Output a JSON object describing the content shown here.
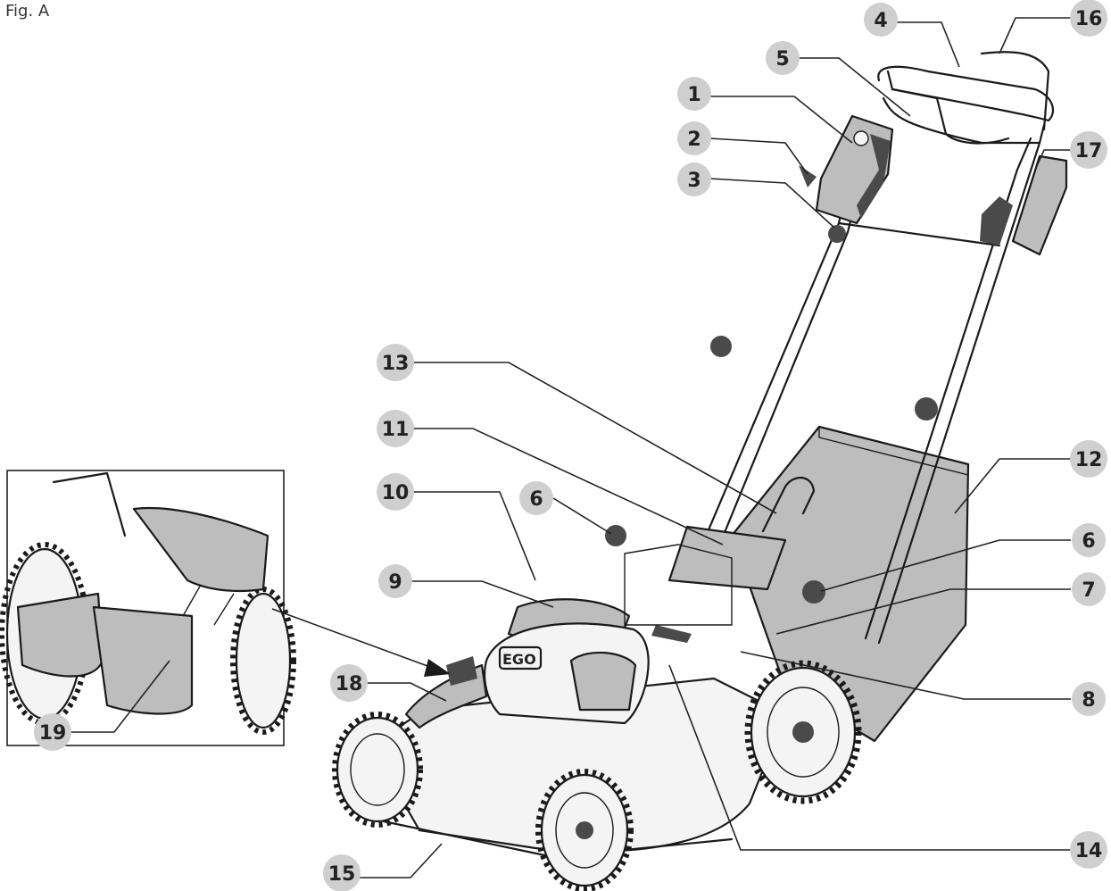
{
  "figure": {
    "title": "Fig. A"
  },
  "callouts": [
    {
      "id": "c1",
      "label": "1"
    },
    {
      "id": "c2",
      "label": "2"
    },
    {
      "id": "c3",
      "label": "3"
    },
    {
      "id": "c4",
      "label": "4"
    },
    {
      "id": "c5",
      "label": "5"
    },
    {
      "id": "c6a",
      "label": "6"
    },
    {
      "id": "c6b",
      "label": "6"
    },
    {
      "id": "c7",
      "label": "7"
    },
    {
      "id": "c8",
      "label": "8"
    },
    {
      "id": "c9",
      "label": "9"
    },
    {
      "id": "c10",
      "label": "10"
    },
    {
      "id": "c11",
      "label": "11"
    },
    {
      "id": "c12",
      "label": "12"
    },
    {
      "id": "c13",
      "label": "13"
    },
    {
      "id": "c14",
      "label": "14"
    },
    {
      "id": "c15",
      "label": "15"
    },
    {
      "id": "c16",
      "label": "16"
    },
    {
      "id": "c17",
      "label": "17"
    },
    {
      "id": "c18",
      "label": "18"
    },
    {
      "id": "c19",
      "label": "19"
    }
  ],
  "badge": {
    "text": "EGO"
  }
}
